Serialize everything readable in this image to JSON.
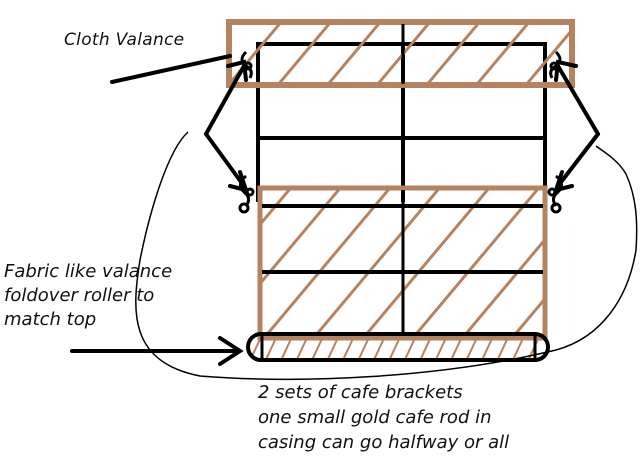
{
  "labels": {
    "cloth_valance": "Cloth Valance",
    "fabric_roller": "Fabric like valance\nfoldover roller to\nmatch top",
    "brackets_note": "2 sets of cafe brackets\none small gold cafe rod in\ncasing can go halfway or all"
  },
  "colors": {
    "fabric": "#b5835f",
    "ink": "#000000",
    "background": "#ffffff"
  }
}
